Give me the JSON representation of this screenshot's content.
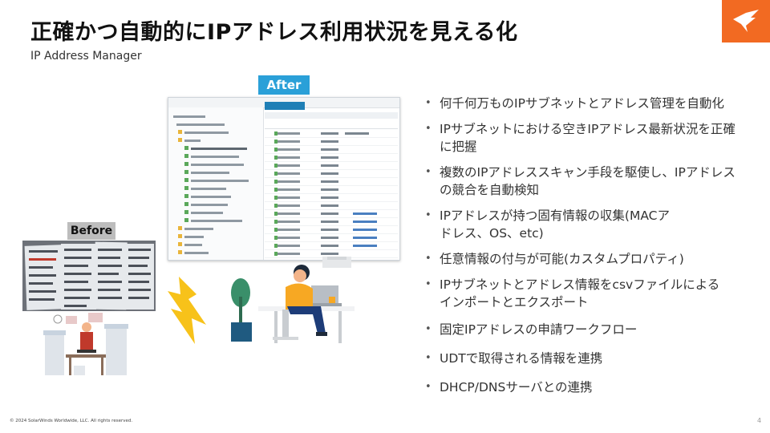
{
  "slide": {
    "title": "正確かつ自動的にIPアドレス利用状況を見える化",
    "subtitle": "IP Address Manager",
    "after_label": "After",
    "before_label": "Before",
    "footer": "© 2024 SolarWinds Worldwide, LLC. All rights reserved.",
    "page_number": "4"
  },
  "bullets": [
    {
      "text": "何千何万ものIPサブネットとアドレス管理を自動化"
    },
    {
      "text": "IPサブネットにおける空きIPアドレス最新状況を正確に把握"
    },
    {
      "text": "複数のIPアドレススキャン手段を駆使し、IPアドレスの競合を自動検知"
    },
    {
      "text": "IPアドレスが持つ固有情報の収集(MACアドレス、OS、etc)"
    },
    {
      "text": "任意情報の付与が可能(カスタムプロパティ)"
    },
    {
      "text": "IPサブネットとアドレス情報をcsvファイルによるインポートとエクスポート"
    },
    {
      "text": "固定IPアドレスの申請ワークフロー"
    },
    {
      "text": "UDTで取得される情報を連携"
    },
    {
      "text": "DHCP/DNSサーバとの連携"
    }
  ],
  "colors": {
    "brand_orange": "#f26a22",
    "after_blue": "#2aa0d8",
    "before_gray": "#bdbdbd",
    "bolt_yellow": "#f7c21a"
  },
  "icons": {
    "logo": "solarwinds-bird-logo",
    "bolt": "lightning-bolt-icon"
  }
}
